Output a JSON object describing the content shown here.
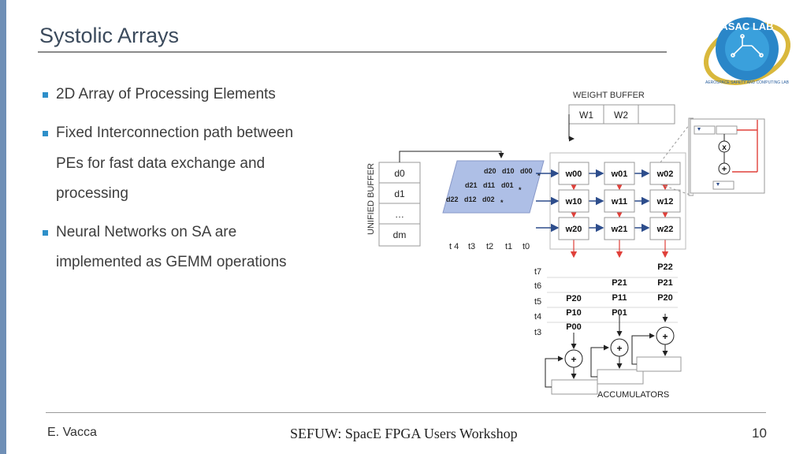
{
  "slide": {
    "title": "Systolic Arrays",
    "bullets": [
      "2D Array of Processing Elements",
      "Fixed Interconnection path between",
      "PEs for  fast data exchange and",
      "processing",
      "Neural Networks on SA are",
      "implemented as GEMM operations"
    ]
  },
  "logo": {
    "text": "ASAC LAB",
    "subtext": "AEROSPACE SAFETY AND COMPUTING LAB"
  },
  "diagram": {
    "weight_buffer_label": "WEIGHT BUFFER",
    "weight_cells": [
      "W1",
      "W2"
    ],
    "unified_buffer_label": "UNIFIED BUFFER",
    "data_cells": [
      "d0",
      "d1",
      "…",
      "dm"
    ],
    "input_rows": [
      [
        "d20",
        "d10",
        "d00",
        "*"
      ],
      [
        "d21",
        "d11",
        "d01",
        "*"
      ],
      [
        "d22",
        "d12",
        "d02",
        "*"
      ]
    ],
    "input_times": [
      "t 4",
      "t3",
      "t2",
      "t1",
      "t0"
    ],
    "pe_grid": [
      [
        "w00",
        "w01",
        "w02"
      ],
      [
        "w10",
        "w11",
        "w12"
      ],
      [
        "w20",
        "w21",
        "w22"
      ]
    ],
    "pe_detail": {
      "multiply": "x",
      "add": "+"
    },
    "output_times": [
      "t7",
      "t6",
      "t5",
      "t4",
      "t3"
    ],
    "outputs": {
      "col0": [
        "P20",
        "P10",
        "P00"
      ],
      "col1": [
        "P21",
        "P11",
        "P01"
      ],
      "col2": [
        "P22",
        "P21",
        "P20"
      ]
    },
    "adders": [
      "+",
      "+",
      "+"
    ],
    "accumulators_label": "ACCUMULATORS"
  },
  "footer": {
    "author": "E. Vacca",
    "event": "SEFUW: SpacE FPGA Users Workshop",
    "page": "10"
  },
  "colors": {
    "sidebar": "#6f8fb6",
    "bullet": "#2e8fc9",
    "pe_arrow": "#2d4d8c",
    "pe_output": "#e0403a",
    "input_block": "#aebfe6"
  }
}
